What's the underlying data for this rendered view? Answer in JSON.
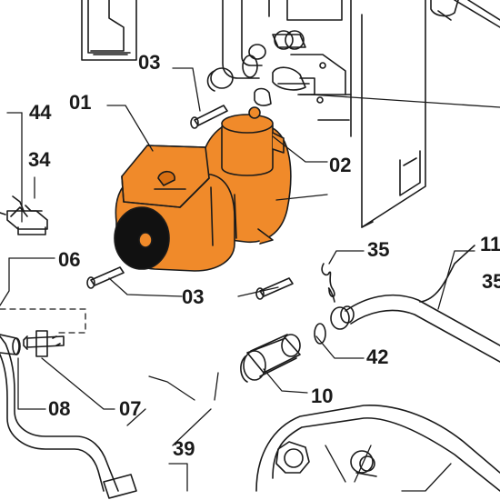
{
  "diagram": {
    "part_labels": {
      "p01": "01",
      "p02": "02",
      "p03_top": "03",
      "p03_bottom": "03",
      "p06": "06",
      "p07": "07",
      "p08": "08",
      "p10": "10",
      "p11": "11",
      "p34": "34",
      "p35_mid": "35",
      "p35_edge": "35",
      "p39": "39",
      "p42": "42",
      "p44": "44"
    },
    "colors": {
      "pump_fill": "#f08a2a",
      "pump_shadow": "#d86f12",
      "line": "#1a1a1a"
    }
  }
}
